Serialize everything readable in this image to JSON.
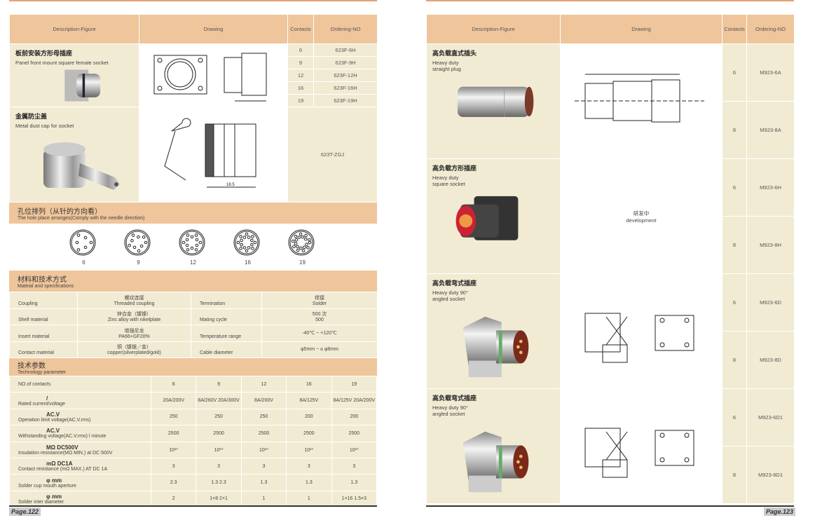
{
  "left_page": {
    "headers": {
      "description": "Description-Figure",
      "drawing": "Drawing",
      "contacts": "Contacts",
      "ordering": "Ordering-NO"
    },
    "products": [
      {
        "title_cn": "板前安装方形母插座",
        "title_en": "Panel front mount square female socket",
        "rows": [
          {
            "contacts": "6",
            "ordering": "623F-6H"
          },
          {
            "contacts": "9",
            "ordering": "623F-9H"
          },
          {
            "contacts": "12",
            "ordering": "623F-12H"
          },
          {
            "contacts": "16",
            "ordering": "623F-16H"
          },
          {
            "contacts": "19",
            "ordering": "623F-19H"
          }
        ]
      },
      {
        "title_cn": "金属防尘盖",
        "title_en": "Metal dust cap for socket",
        "ordering": "623T-ZGJ"
      }
    ],
    "holes_section": {
      "title_cn": "孔位排列（从针的方向看）",
      "title_en": "The hole place arranges(Comply with the needle direction)",
      "labels": [
        "6",
        "9",
        "12",
        "16",
        "19"
      ]
    },
    "materials_section": {
      "title_cn": "材料和技术方式",
      "title_en": "Mateial and specifications",
      "rows": [
        {
          "l1": "Coupling",
          "v1_cn": "螺纹连接",
          "v1": "Threaded coupling",
          "l2": "Termination",
          "v2_cn": "焊接",
          "v2": "Solder"
        },
        {
          "l1": "Shell material",
          "v1_cn": "锌合金（镀镍）",
          "v1": "Zinc alloy with nikelplate",
          "l2": "Mating cycle",
          "v2_cn": "500 次",
          "v2": "500"
        },
        {
          "l1": "Insert material",
          "v1_cn": "增强尼龙",
          "v1": "PA66+GF20%",
          "l2": "Temperature range",
          "v2_cn": "",
          "v2": "-40℃ ~ +120℃"
        },
        {
          "l1": "Contact material",
          "v1_cn": "铜（镀银／金）",
          "v1": "copper(silverplated/gold)",
          "l2": "Cable diameter",
          "v2_cn": "",
          "v2": "φ5mm ~ ≤ φ8mm"
        }
      ]
    },
    "tech_section": {
      "title_cn": "技术参数",
      "title_en": "Technology parameter",
      "rows": [
        {
          "sym": "",
          "label": "NO.of contacts",
          "values": [
            "6",
            "9",
            "12",
            "16",
            "19"
          ]
        },
        {
          "sym": "/",
          "label": "Rated current/voltage",
          "values": [
            "20A/200V",
            "8A/260V 20A/300V",
            "8A/200V",
            "8A/125V",
            "8A/125V 20A/200V"
          ]
        },
        {
          "sym": "AC.V",
          "label": "Operation limit voltage(AC.V.rms)",
          "values": [
            "250",
            "250",
            "250",
            "200",
            "200"
          ]
        },
        {
          "sym": "AC.V",
          "label": "Withstanding voltage(AC.V.rms) l minute",
          "values": [
            "2500",
            "2500",
            "2500",
            "2500",
            "2500"
          ]
        },
        {
          "sym": "MΩ  DC500V",
          "label": "Insulation resistance(MΩ MIN.) at DC 500V",
          "values": [
            "10¹⁰",
            "10¹⁰",
            "10¹⁰",
            "10¹⁰",
            "10¹⁰"
          ]
        },
        {
          "sym": "mΩ  DC1A",
          "label": "Contact resistance (mΩ MAX.) AT DC 1A",
          "values": [
            "3",
            "3",
            "3",
            "3",
            "3"
          ]
        },
        {
          "sym": "φ  mm",
          "label": "Solder cup mouth aperture",
          "values": [
            "2.3",
            "1.3  2.3",
            "1.3",
            "1.3",
            "1.3"
          ]
        },
        {
          "sym": "φ  mm",
          "label": "Solder inter diameter",
          "values": [
            "2",
            "1×8  2×1",
            "1",
            "1",
            "1×16  1.5×3"
          ]
        }
      ]
    },
    "page_label": "Page.122"
  },
  "right_page": {
    "headers": {
      "description": "Description-Figure",
      "drawing": "Drawing",
      "contacts": "Contacts",
      "ordering": "Ordering-NO"
    },
    "products": [
      {
        "title_cn": "高负载直式插头",
        "title_en": "Heavy duty straight plug",
        "drawing_text": "",
        "rows": [
          {
            "contacts": "6",
            "ordering": "M923-6A"
          },
          {
            "contacts": "8",
            "ordering": "M923-8A"
          }
        ]
      },
      {
        "title_cn": "高负载方形插座",
        "title_en": "Heavy duty square socket",
        "drawing_text": "研发中",
        "drawing_text_en": "development",
        "rows": [
          {
            "contacts": "6",
            "ordering": "M923-6H"
          },
          {
            "contacts": "8",
            "ordering": "M923-8H"
          }
        ]
      },
      {
        "title_cn": "高负载弯式插座",
        "title_en": "Heavy duty 90° angled socket",
        "drawing_text": "",
        "rows": [
          {
            "contacts": "6",
            "ordering": "M923-6D"
          },
          {
            "contacts": "8",
            "ordering": "M923-8D"
          }
        ]
      },
      {
        "title_cn": "高负载弯式插座",
        "title_en": "Heavy duty 90° angled socket",
        "drawing_text": "",
        "rows": [
          {
            "contacts": "6",
            "ordering": "M923-6D1"
          },
          {
            "contacts": "8",
            "ordering": "M923-8D1"
          }
        ]
      }
    ],
    "page_label": "Page.123"
  },
  "colors": {
    "header": "#efc59b",
    "cell": "#f2ebd3",
    "accent_line": "#e5a272"
  }
}
